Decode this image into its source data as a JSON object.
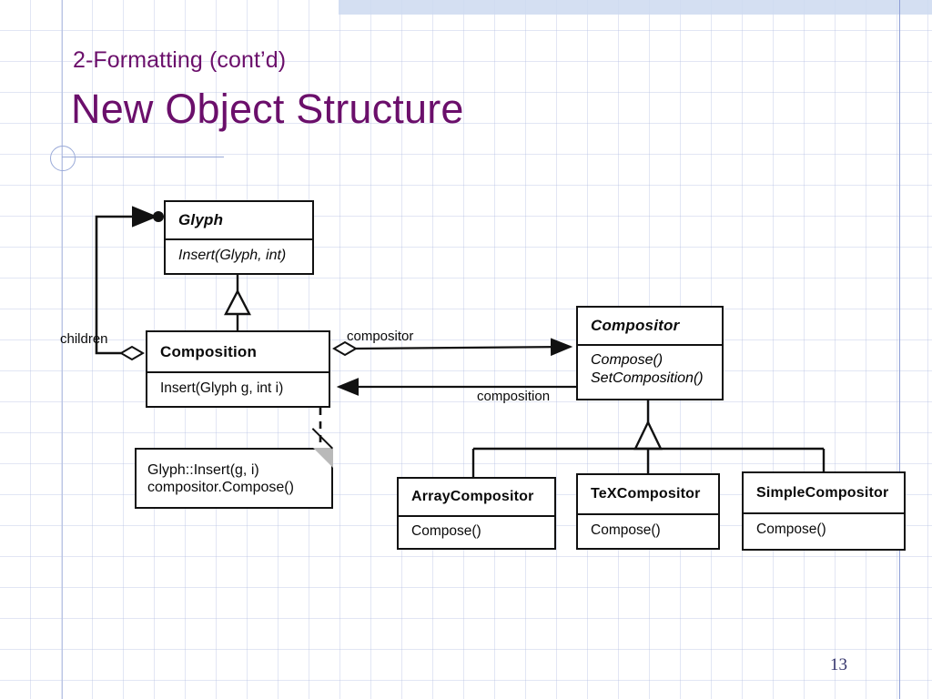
{
  "slide": {
    "kicker": "2-Formatting (cont’d)",
    "title": "New Object Structure",
    "page_number": "13",
    "accent_color": "#6b0f6b",
    "rule_color": "#9aaad8",
    "band_color": "#cdd9f0",
    "page_number_color": "#33336b",
    "grid_color": "#b4bee1"
  },
  "diagram": {
    "type": "uml-class-diagram",
    "classes": [
      {
        "id": "glyph",
        "name": "Glyph",
        "abstract": true,
        "operations": [
          "Insert(Glyph, int)"
        ]
      },
      {
        "id": "composition",
        "name": "Composition",
        "abstract": false,
        "operations": [
          "Insert(Glyph g, int i)"
        ]
      },
      {
        "id": "compositor",
        "name": "Compositor",
        "abstract": true,
        "operations": [
          "Compose()",
          "SetComposition()"
        ]
      },
      {
        "id": "array-compositor",
        "name": "ArrayCompositor",
        "abstract": false,
        "operations": [
          "Compose()"
        ]
      },
      {
        "id": "tex-compositor",
        "name": "TeXCompositor",
        "abstract": false,
        "operations": [
          "Compose()"
        ]
      },
      {
        "id": "simple-compositor",
        "name": "SimpleCompositor",
        "abstract": false,
        "operations": [
          "Compose()"
        ]
      }
    ],
    "note": {
      "id": "insert-note",
      "lines": [
        "Glyph::Insert(g, i)",
        "compositor.Compose()"
      ],
      "attached_to": "composition"
    },
    "relationship_labels": {
      "children": "children",
      "compositor": "compositor",
      "composition": "composition"
    },
    "relationships": [
      {
        "kind": "generalization",
        "from": "composition",
        "to": "glyph"
      },
      {
        "kind": "generalization",
        "from": "array-compositor",
        "to": "compositor"
      },
      {
        "kind": "generalization",
        "from": "tex-compositor",
        "to": "compositor"
      },
      {
        "kind": "generalization",
        "from": "simple-compositor",
        "to": "compositor"
      },
      {
        "kind": "aggregation",
        "from": "composition",
        "to": "glyph",
        "label": "children"
      },
      {
        "kind": "aggregation",
        "from": "composition",
        "to": "compositor",
        "label": "compositor"
      },
      {
        "kind": "association",
        "from": "compositor",
        "to": "composition",
        "label": "composition"
      }
    ]
  }
}
